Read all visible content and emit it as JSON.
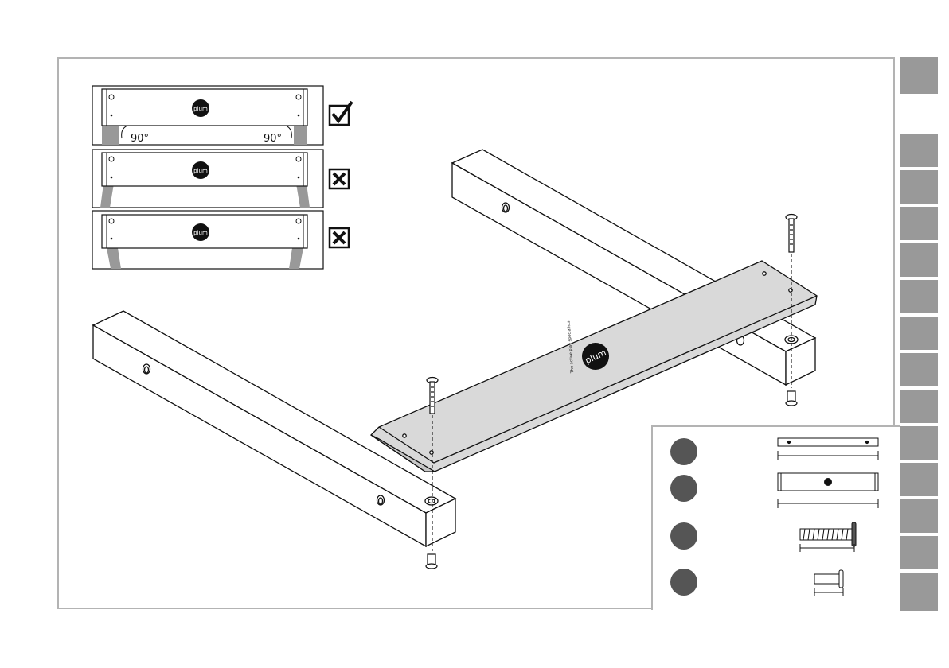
{
  "page": {
    "tabs_count": 13
  },
  "alignment_check": {
    "rows": [
      {
        "state": "correct",
        "icon": "checkmark-box-icon",
        "left_angle": "90°",
        "right_angle": "90°"
      },
      {
        "state": "incorrect",
        "icon": "cross-box-icon"
      },
      {
        "state": "incorrect",
        "icon": "cross-box-icon"
      }
    ]
  },
  "board": {
    "logo_text": "plum",
    "logo_tagline": "The active play specialists"
  },
  "parts_legend": {
    "items": [
      {
        "icon": "short-rail-icon"
      },
      {
        "icon": "logo-board-icon"
      },
      {
        "icon": "bolt-icon"
      },
      {
        "icon": "barrel-nut-icon"
      }
    ]
  },
  "colors": {
    "tab_gray": "#999999",
    "frame_gray": "#b3b3b3",
    "board_fill": "#d9d9d9",
    "part_dot": "#555555"
  }
}
